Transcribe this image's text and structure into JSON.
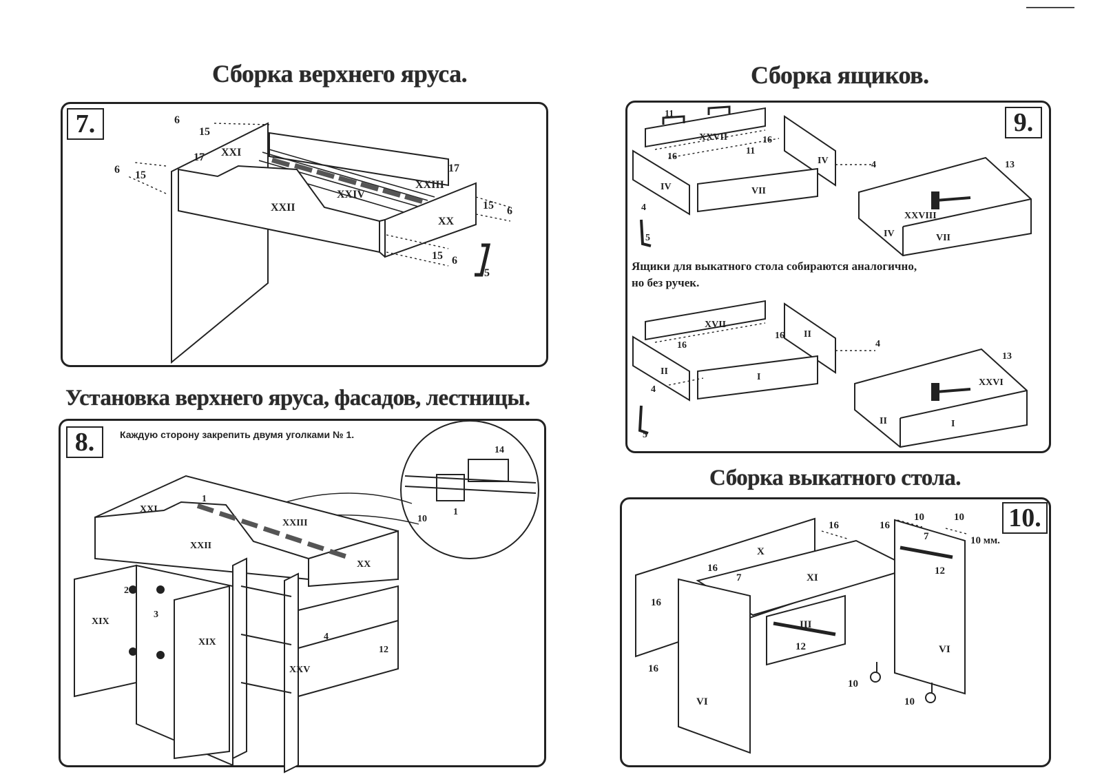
{
  "headings": {
    "upper_tier": "Сборка верхнего яруса.",
    "drawers": "Сборка ящиков.",
    "install": "Установка верхнего яруса, фасадов, лестницы.",
    "desk": "Сборка выкатного стола."
  },
  "steps": {
    "s7": "7.",
    "s8": "8.",
    "s9": "9.",
    "s10": "10."
  },
  "notes": {
    "corners": "Каждую сторону закрепить двумя уголками № 1.",
    "drawers_line1": "Ящики для выкатного стола собираются аналогично,",
    "drawers_line2": "но без ручек."
  },
  "labels7": {
    "XXI": "XXI",
    "XXII": "XXII",
    "XXIV": "XXIV",
    "XXIII": "XXIII",
    "XX": "XX",
    "n6a": "6",
    "n6b": "6",
    "n6c": "6",
    "n6d": "6",
    "n15a": "15",
    "n15b": "15",
    "n15c": "15",
    "n15d": "15",
    "n17a": "17",
    "n17b": "17",
    "n5": "5"
  },
  "labels8": {
    "XXI": "XXI",
    "XXII": "XXII",
    "XXIII": "XXIII",
    "XX": "XX",
    "XIXa": "XIX",
    "XIXb": "XIX",
    "XXV": "XXV",
    "n1a": "1",
    "n1b": "1",
    "n2": "2",
    "n3": "3",
    "n4": "4",
    "n10": "10",
    "n12": "12",
    "n14": "14"
  },
  "labels9": {
    "n11a": "11",
    "n11b": "11",
    "XXVII": "XXVII",
    "n16a": "16",
    "n16b": "16",
    "IVa": "IV",
    "IVb": "IV",
    "IVc": "IV",
    "VII": "VII",
    "VIIb": "VII",
    "n4a": "4",
    "n4b": "4",
    "n5a": "5",
    "n13a": "13",
    "XXVIII": "XXVIII",
    "XVII": "XVII",
    "n16c": "16",
    "n16d": "16",
    "IIa": "II",
    "IIb": "II",
    "IIc": "II",
    "Ia": "I",
    "Ib": "I",
    "n4c": "4",
    "n4d": "4",
    "n5b": "5",
    "n13b": "13",
    "XXVI": "XXVI"
  },
  "labels10": {
    "n16a": "16",
    "n16b": "16",
    "n16c": "16",
    "n16d": "16",
    "n16e": "16",
    "n10a": "10",
    "n10b": "10",
    "n10c": "10",
    "n10d": "10",
    "n10mm": "10 мм.",
    "X": "X",
    "XI": "XI",
    "III": "III",
    "VIa": "VI",
    "VIb": "VI",
    "n7a": "7",
    "n7b": "7",
    "n12a": "12",
    "n12b": "12"
  }
}
